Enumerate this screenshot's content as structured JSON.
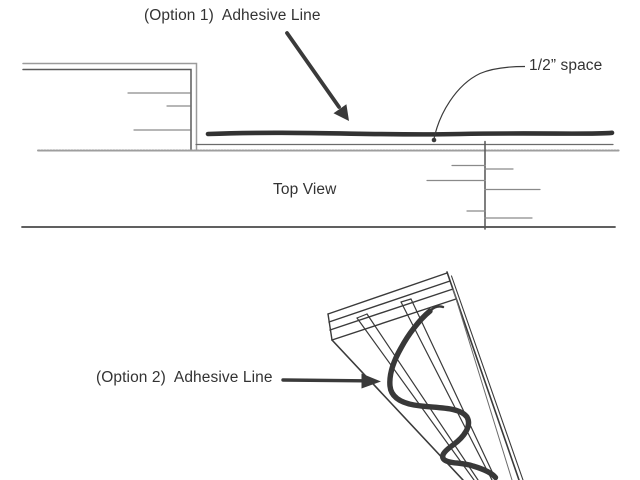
{
  "labels": {
    "option1": "(Option 1)  Adhesive Line",
    "half_space": "1/2” space",
    "top_view": "Top View",
    "option2": "(Option 2)  Adhesive Line"
  },
  "colors": {
    "background": "#ffffff",
    "text": "#333333",
    "ink_dark": "#3a3a3a",
    "bead": "#323232",
    "board_outline_light": "#9b9b9b",
    "board_outline_dark": "#5a5a5a",
    "grain": "#8a8a8a",
    "bottom_edge": "#4a4a4a"
  }
}
